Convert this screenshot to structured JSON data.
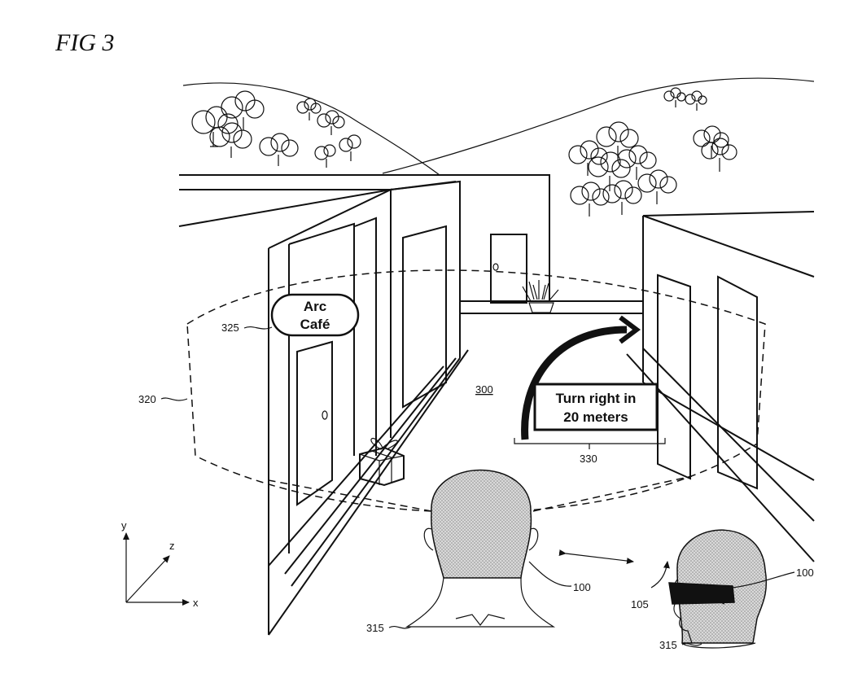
{
  "figure": {
    "title": "FIG 3"
  },
  "labels": {
    "sign_line1": "Arc",
    "sign_line2": "Café",
    "nav_line1": "Turn right in",
    "nav_line2": "20 meters"
  },
  "refs": {
    "scene": "300",
    "head_back": "315",
    "head_side": "315",
    "view_boundary": "320",
    "sign": "325",
    "instruction": "330",
    "device_back": "100",
    "device_side": "100",
    "motion": "105"
  },
  "axes": {
    "x": "x",
    "y": "y",
    "z": "z"
  }
}
